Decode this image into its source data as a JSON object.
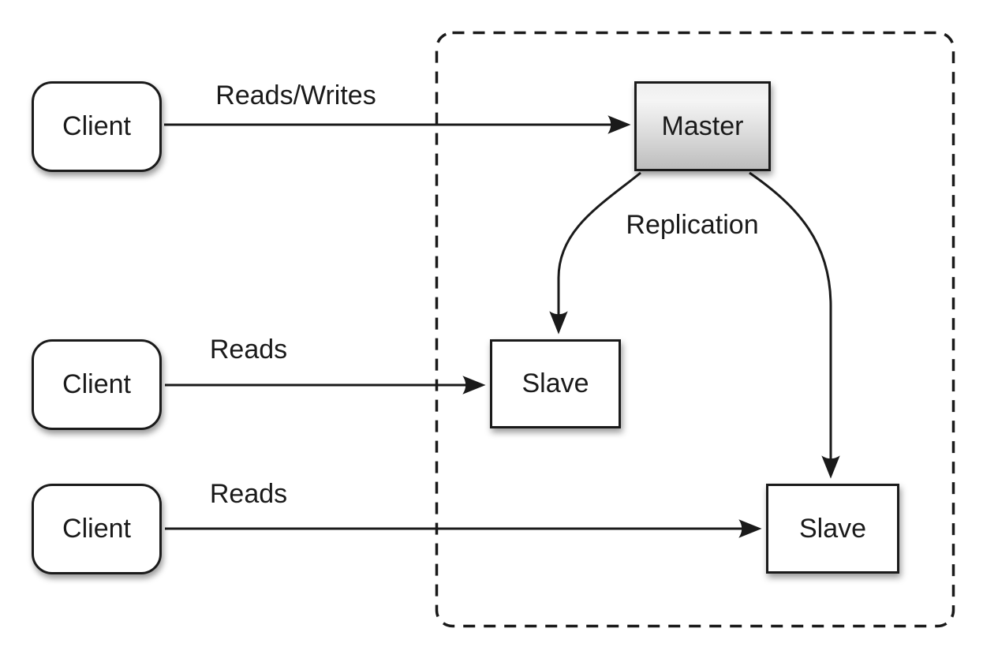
{
  "diagram": {
    "nodes": {
      "clients": [
        {
          "label": "Client"
        },
        {
          "label": "Client"
        },
        {
          "label": "Client"
        }
      ],
      "master": {
        "label": "Master"
      },
      "slaves": [
        {
          "label": "Slave"
        },
        {
          "label": "Slave"
        }
      ]
    },
    "edges": {
      "client1_to_master": {
        "label": "Reads/Writes"
      },
      "client2_to_slave1": {
        "label": "Reads"
      },
      "client3_to_slave2": {
        "label": "Reads"
      },
      "master_to_slaves": {
        "label": "Replication"
      }
    },
    "colors": {
      "line": "#1a1a1a",
      "node_border": "#1a1a1a",
      "node_fill": "#ffffff",
      "master_fill_top": "#efefef",
      "master_fill_bottom": "#bdbdbd",
      "text": "#1a1a1a",
      "background": "#ffffff"
    }
  }
}
